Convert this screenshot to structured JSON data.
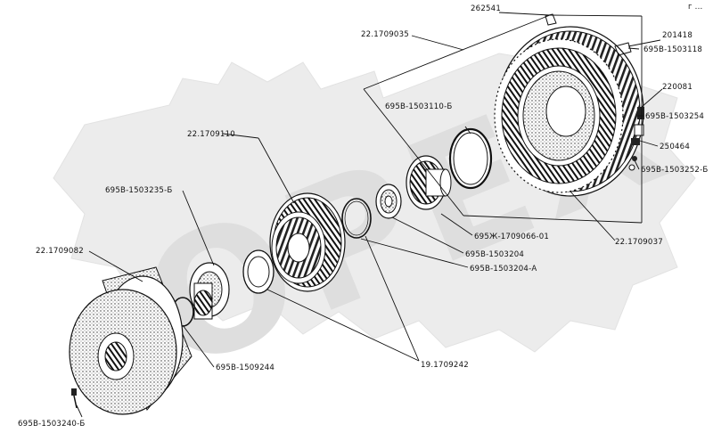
{
  "labels": {
    "p262541": "262541",
    "p22_1709035": "22.1709035",
    "p201418": "201418",
    "p695B_1503118": "695В-1503118",
    "p220081": "220081",
    "p695B_1503254": "695В-1503254",
    "p250464": "250464",
    "p695B_1503252_B": "695В-1503252-Б",
    "p695B_1503110_B": "695В-1503110-Б",
    "p22_1709110": "22.1709110",
    "p695B_1503235_B": "695В-1503235-Б",
    "p22_1709082": "22.1709082",
    "p695ZH_1709066_01": "695Ж-1709066-01",
    "p695B_1503204": "695В-1503204",
    "p695B_1503204_A": "695В-1503204-А",
    "p22_1709037": "22.1709037",
    "p695B_1509244": "695В-1509244",
    "p19_1709242": "19.1709242",
    "p695B_1503240_B": "695В-1503240-Б",
    "corner_mark": "г ..."
  },
  "watermark": {
    "text": "OPEX"
  }
}
